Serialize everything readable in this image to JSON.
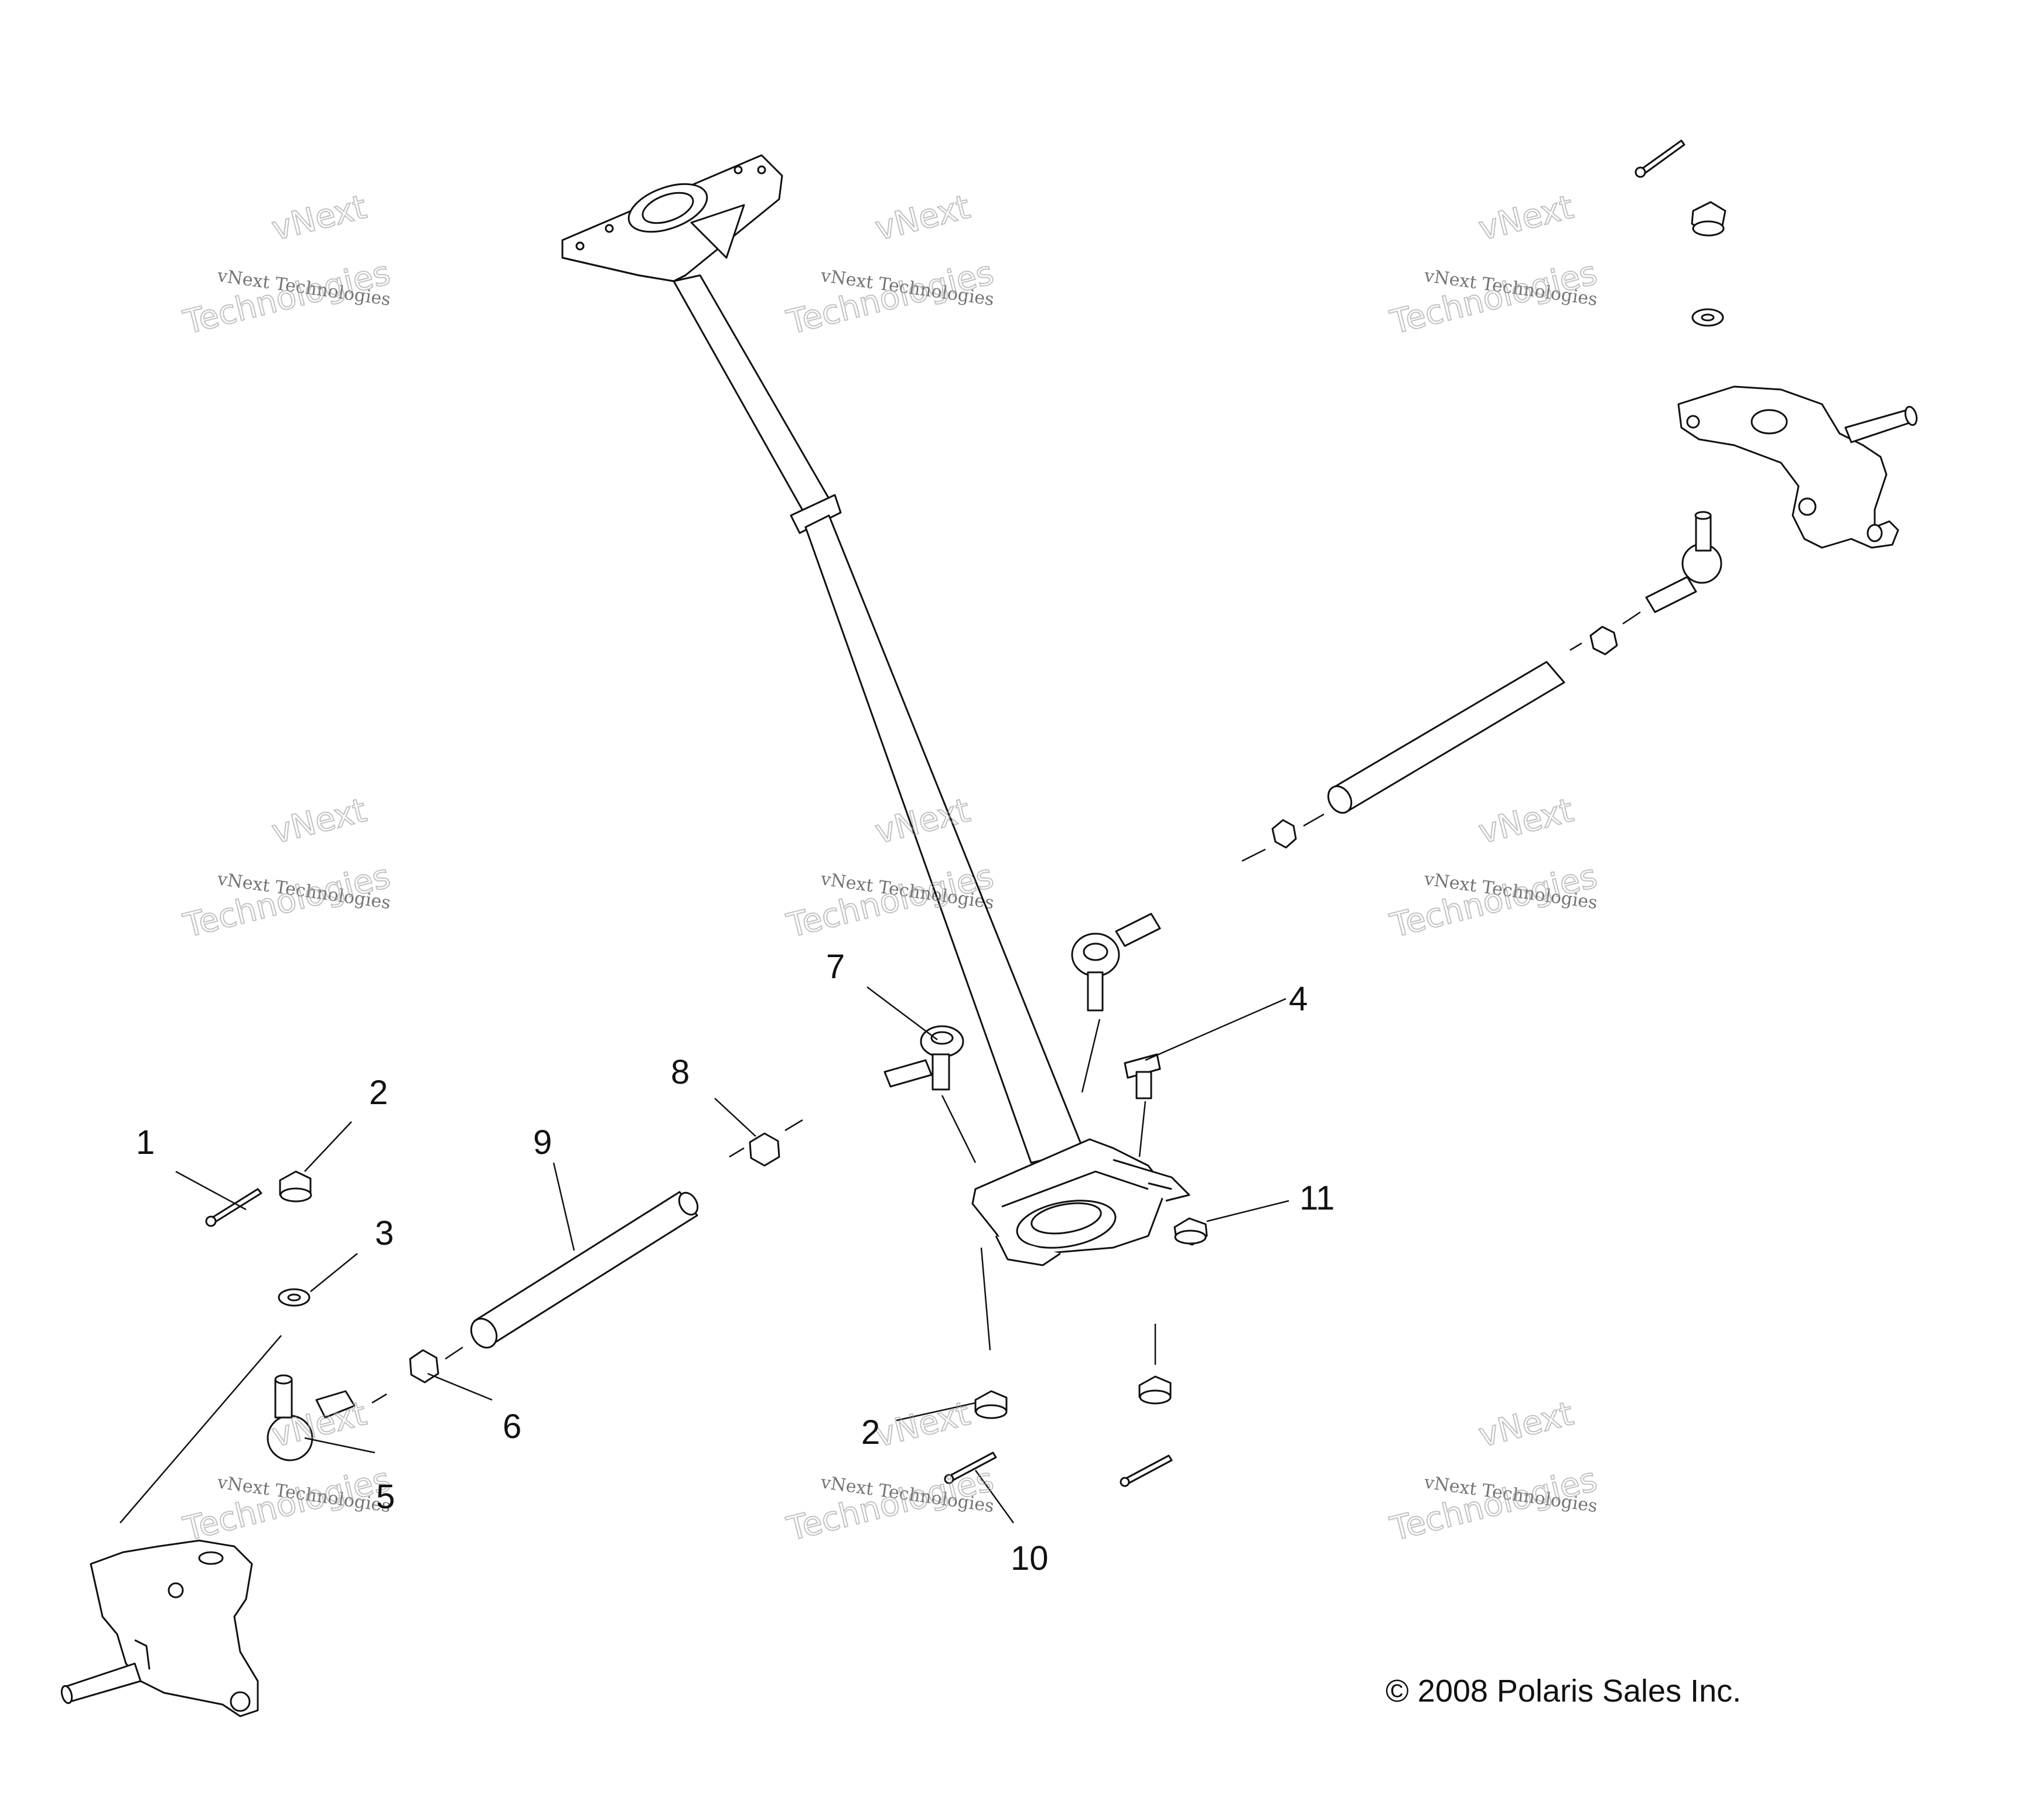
{
  "callouts": {
    "c1": "1",
    "c2a": "2",
    "c2b": "2",
    "c3": "3",
    "c4": "4",
    "c5": "5",
    "c6": "6",
    "c7": "7",
    "c8": "8",
    "c9": "9",
    "c10": "10",
    "c11": "11"
  },
  "copyright": "© 2008 Polaris Sales Inc.",
  "watermark": {
    "brand": "vNext",
    "line": "vNext Technologies",
    "word": "Technologies"
  },
  "colors": {
    "line": "#111111",
    "watermark": "#9a9a9a"
  }
}
